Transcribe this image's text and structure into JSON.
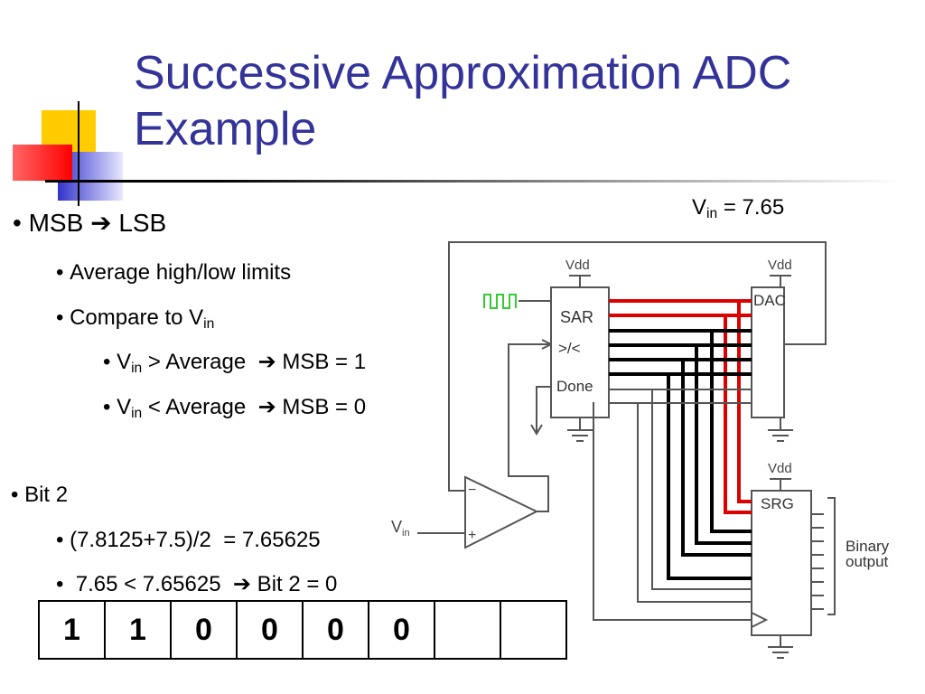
{
  "title": {
    "line1": "Successive Approximation ADC",
    "line2": "Example"
  },
  "vin_label": {
    "prefix": "V",
    "sub": "in",
    "rest": " = 7.65"
  },
  "bullets": {
    "msb_lsb": {
      "left": "MSB",
      "arrow": "➔",
      "right": "LSB"
    },
    "avg": "Average high/low limits",
    "compare": {
      "text": "Compare to V",
      "sub": "in"
    },
    "gt": {
      "v": "V",
      "sub": "in",
      "mid": " > Average  ",
      "arrow": "➔",
      "end": " MSB = 1"
    },
    "lt": {
      "v": "V",
      "sub": "in",
      "mid": " < Average  ",
      "arrow": "➔",
      "end": " MSB = 0"
    },
    "bit2": "Bit 2",
    "calc": "(7.8125+7.5)/2  = 7.65625",
    "cmp2": {
      "left": " 7.65 < 7.65625  ",
      "arrow": "➔",
      "right": " Bit 2 = 0"
    }
  },
  "bits": [
    "1",
    "1",
    "0",
    "0",
    "0",
    "0",
    "",
    ""
  ],
  "circuit": {
    "vdd": "Vdd",
    "sar": "SAR",
    "cmp_in": ">/<",
    "done": "Done",
    "dac": "DAC",
    "srg": "SRG",
    "binary": "Binary",
    "output": "output",
    "vin_v": "V",
    "vin_sub": "in",
    "minus": "−",
    "plus": "+"
  },
  "colors": {
    "title": "#333399",
    "active_wire": "#dd0000",
    "clock": "#33cc33"
  }
}
